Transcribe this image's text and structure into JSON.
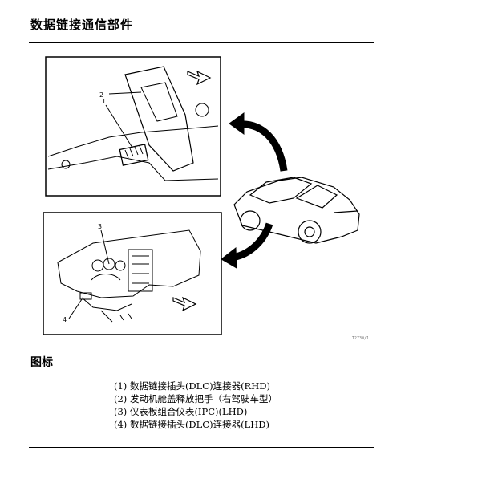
{
  "page": {
    "title": "数据链接通信部件"
  },
  "figure": {
    "callouts": [
      "1",
      "2",
      "3",
      "4"
    ],
    "code": "T2730/1"
  },
  "legend": {
    "title": "图标",
    "items": [
      "(1) 数据链接插头(DLC)连接器(RHD)",
      "(2) 发动机舱盖释放把手（右驾驶车型）",
      "(3) 仪表板组合仪表(IPC)(LHD)",
      "(4) 数据链接插头(DLC)连接器(LHD)"
    ]
  }
}
